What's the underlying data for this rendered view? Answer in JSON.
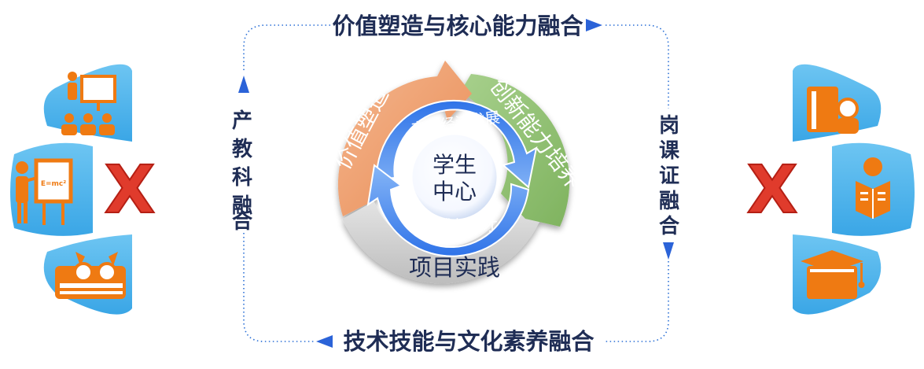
{
  "diagram": {
    "top_label": "价值塑造与核心能力融合",
    "bottom_label": "技术技能与文化素养融合",
    "left_vertical_chars": [
      "产",
      "教",
      "科",
      "融",
      "合"
    ],
    "right_vertical_chars": [
      "岗",
      "课",
      "证",
      "融",
      "合"
    ],
    "outer_ring": {
      "value_arc": "价值塑造",
      "innovation_arc": "创新能力培养",
      "practice_arc": "项目实践"
    },
    "inner_ring": {
      "top_arrow": "产业经济发展",
      "bottom_arrow": "学生成长成才"
    },
    "center": {
      "line1": "学生",
      "line2": "中心"
    },
    "left_cross": "X",
    "right_cross": "X",
    "colors": {
      "navy_text": "#1f2d55",
      "dotted_frame": "#2a6fd6",
      "arrow_blue": "#2b63d8",
      "panel_blue": "#4db3ec",
      "icon_orange": "#ef7a12",
      "value_arc": "#f0a97a",
      "innovation_arc": "#95c377",
      "practice_arc": "#d6d6d6",
      "inner_blue": "#3f83ea",
      "cross_red": "#e03b2c"
    },
    "left_icons": [
      "presentation-audience-icon",
      "teacher-formula-board-icon",
      "glasses-book-icon"
    ],
    "right_icons": [
      "reader-book-icon",
      "student-reading-icon",
      "graduation-cap-icon"
    ]
  }
}
